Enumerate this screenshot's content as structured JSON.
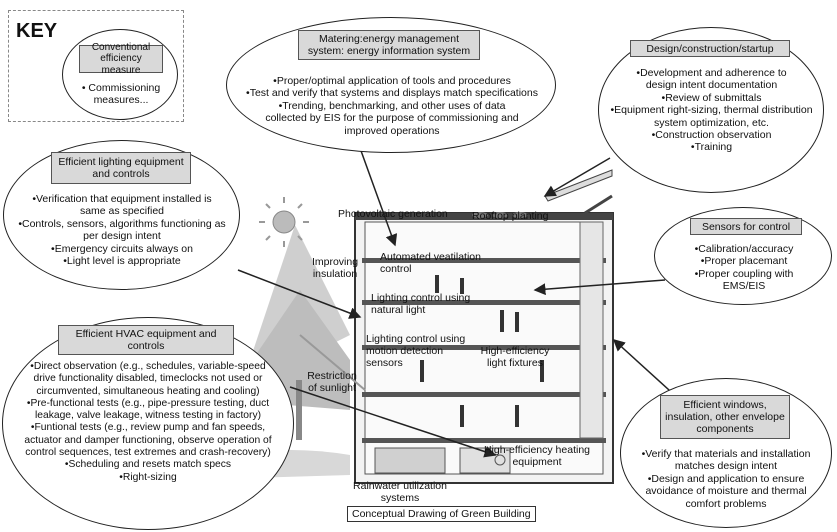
{
  "key": {
    "title": "KEY",
    "conventional_label": "Conventional efficiency measure",
    "commissioning_label": "Commissioning measures..."
  },
  "ellipses": {
    "metering": {
      "title": "Matering:energy management system: energy information system",
      "items": [
        "Proper/optimal application of tools and procedures",
        "Test and verify that systems and displays match specifications",
        "Trending, benchmarking, and other uses of data collected by EIS for the purpose of commissioning and improved operations"
      ]
    },
    "design": {
      "title": "Design/construction/startup",
      "items": [
        "Development and adherence to design intent documentation",
        "Review of submittals",
        "Equipment right-sizing, thermal distribution system optimization, etc.",
        "Construction observation",
        "Training"
      ]
    },
    "lighting": {
      "title": "Efficient lighting equipment and controls",
      "items": [
        "Verification that equipment installed is same as specified",
        "Controls, sensors, algorithms functioning as per design intent",
        "Emergency circuits always on",
        "Light level is appropriate"
      ]
    },
    "sensors": {
      "title": "Sensors for control",
      "items": [
        "Calibration/accuracy",
        "Proper placemant",
        "Proper coupling with EMS/EIS"
      ]
    },
    "hvac": {
      "title": "Efficient HVAC equipment and controls",
      "items": [
        "Direct observation (e.g., schedules, variable-speed drive functionality disabled, timeclocks not used or circumvented, simultaneous heating and cooling)",
        "Pre-functional tests (e.g., pipe-pressure testing, duct leakage, valve leakage, witness testing in factory)",
        "Funtional tests (e.g., review pump and fan speeds, actuator and damper functioning, observe operation of control sequences, test extremes and crash-recovery)",
        "Scheduling and resets match specs",
        "Right-sizing"
      ]
    },
    "windows": {
      "title": "Efficient windows, insulation, other envelope components",
      "items": [
        "Verify that materials and installation matches design intent",
        "Design and application to ensure avoidance of moisture and thermal comfort problems"
      ]
    }
  },
  "building": {
    "photovoltaic": "Photovoltaic generation",
    "rooftop": "Rooftop planting",
    "insulation": "Improving insulation",
    "ventilation": "Automated veatilation control",
    "light_natural": "Lighting control using natural light",
    "light_motion": "Lighting control using motion detection sensors",
    "fixtures": "High-efficiency light fixtures",
    "sunlight": "Restriction of sunlight",
    "rainwater": "Rainwater utilization systems",
    "heating": "High-efficiency heating equipment",
    "caption": "Conceptual Drawing of Green Building"
  }
}
